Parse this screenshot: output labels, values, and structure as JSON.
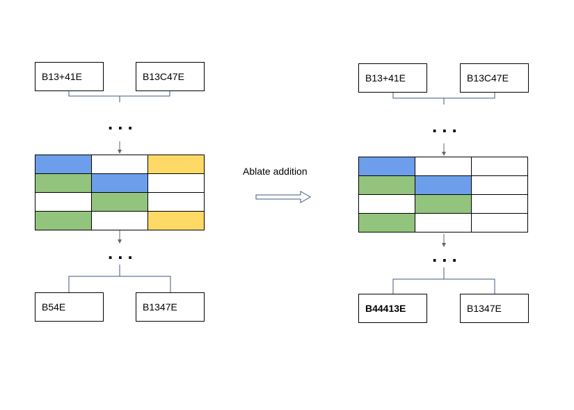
{
  "left": {
    "inputs": [
      "B13+41E",
      "B13C47E"
    ],
    "dots_top": "...",
    "dots_bottom": "...",
    "grid": [
      [
        "blue",
        "white",
        "yellow"
      ],
      [
        "green",
        "blue",
        "white"
      ],
      [
        "white",
        "green",
        "white"
      ],
      [
        "green",
        "white",
        "yellow"
      ]
    ],
    "outputs": [
      "B54E",
      "B1347E"
    ]
  },
  "right": {
    "inputs": [
      "B13+41E",
      "B13C47E"
    ],
    "dots_top": "...",
    "dots_bottom": "...",
    "grid": [
      [
        "blue",
        "white",
        "white"
      ],
      [
        "green",
        "blue",
        "white"
      ],
      [
        "white",
        "green",
        "white"
      ],
      [
        "green",
        "white",
        "white"
      ]
    ],
    "outputs": [
      "B44413E",
      "B1347E"
    ]
  },
  "transition": {
    "label": "Ablate addition"
  },
  "colors": {
    "blue": "#6d9eeb",
    "green": "#93c47d",
    "yellow": "#ffd966",
    "white": "#ffffff",
    "connector": "#3d5a80",
    "arrow": "#666666"
  }
}
